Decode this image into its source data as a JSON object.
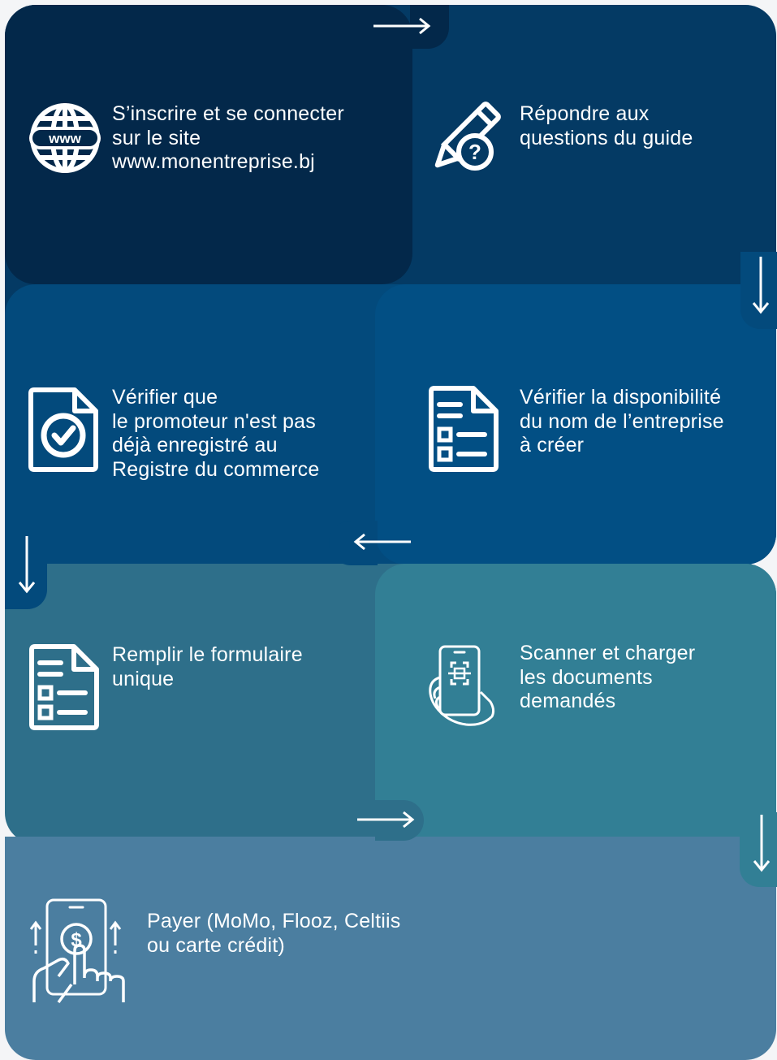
{
  "steps": [
    {
      "lines": [
        "S’inscrire et se connecter",
        "sur le site",
        "www.monentreprise.bj"
      ],
      "icon": "globe-www-icon"
    },
    {
      "lines": [
        "Répondre aux",
        "questions du guide"
      ],
      "icon": "pencil-question-icon"
    },
    {
      "lines": [
        "Vérifier la disponibilité",
        "du nom de l’entreprise",
        "à créer"
      ],
      "icon": "document-list-icon"
    },
    {
      "lines": [
        "Vérifier que",
        "le promoteur n'est pas",
        "déjà enregistré au",
        "Registre du commerce"
      ],
      "icon": "document-check-icon"
    },
    {
      "lines": [
        "Remplir le formulaire",
        "unique"
      ],
      "icon": "form-document-icon"
    },
    {
      "lines": [
        "Scanner et charger",
        "les documents",
        "demandés"
      ],
      "icon": "phone-scan-icon"
    },
    {
      "lines": [
        "Payer (MoMo, Flooz, Celtiis",
        "ou carte crédit)"
      ],
      "icon": "mobile-payment-icon"
    }
  ],
  "globe_label": "www",
  "colors": {
    "text": "#ffffff",
    "row1_left": "#03284a",
    "row1_right": "#043a64",
    "row2": "#034a7c",
    "row3_left": "#2e6f8a",
    "row3_right": "#327f95",
    "row4": "#4b7ea0"
  }
}
